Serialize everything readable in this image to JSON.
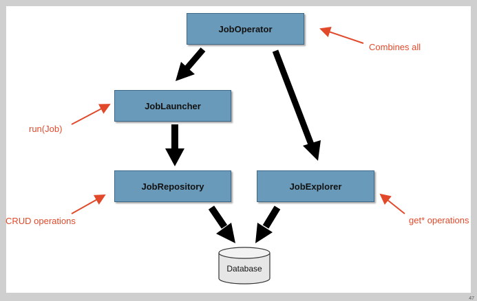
{
  "boxes": {
    "job_operator": "JobOperator",
    "job_launcher": "JobLauncher",
    "job_repository": "JobRepository",
    "job_explorer": "JobExplorer"
  },
  "database": {
    "label": "Database"
  },
  "notes": {
    "combines_all": "Combines all",
    "run_job": "run(Job)",
    "crud_operations": "CRUD operations",
    "get_operations": "get* operations"
  },
  "page_number": "47",
  "colors": {
    "box_fill": "#6a9ab9",
    "box_border": "#3d6887",
    "note_text": "#e2492a",
    "arrow_black": "#000000",
    "background_frame": "#cfcfcf"
  }
}
